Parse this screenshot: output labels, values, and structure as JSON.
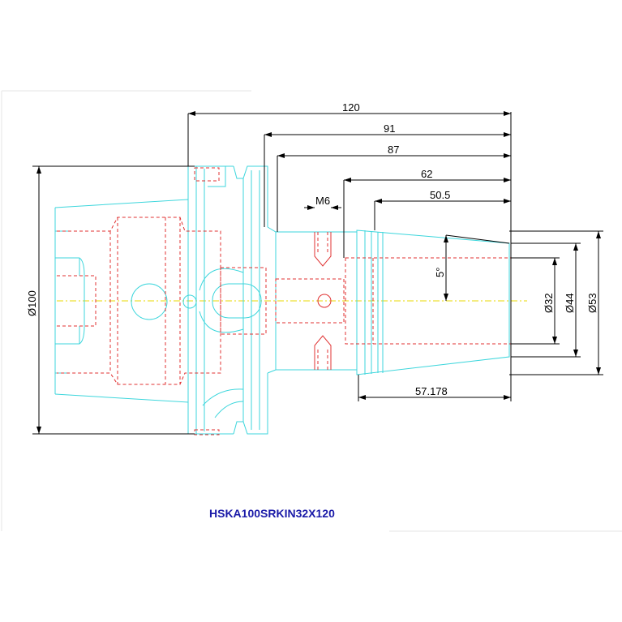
{
  "title": "HSKA100SRKIN32X120",
  "dimensions": {
    "overall_length": "120",
    "length_91": "91",
    "length_87": "87",
    "length_62": "62",
    "length_50_5": "50.5",
    "thread": "M6",
    "taper_angle": "5°",
    "flange_diameter": "Ø100",
    "bore_diameter": "Ø32",
    "nose_diameter_small": "Ø44",
    "nose_diameter_large": "Ø53",
    "nose_length": "57.178"
  },
  "colors": {
    "outline": "#3cd6dc",
    "hidden": "#e03030",
    "dimension": "#000000",
    "centerline": "#e8d800",
    "title": "#1a1aa8"
  }
}
